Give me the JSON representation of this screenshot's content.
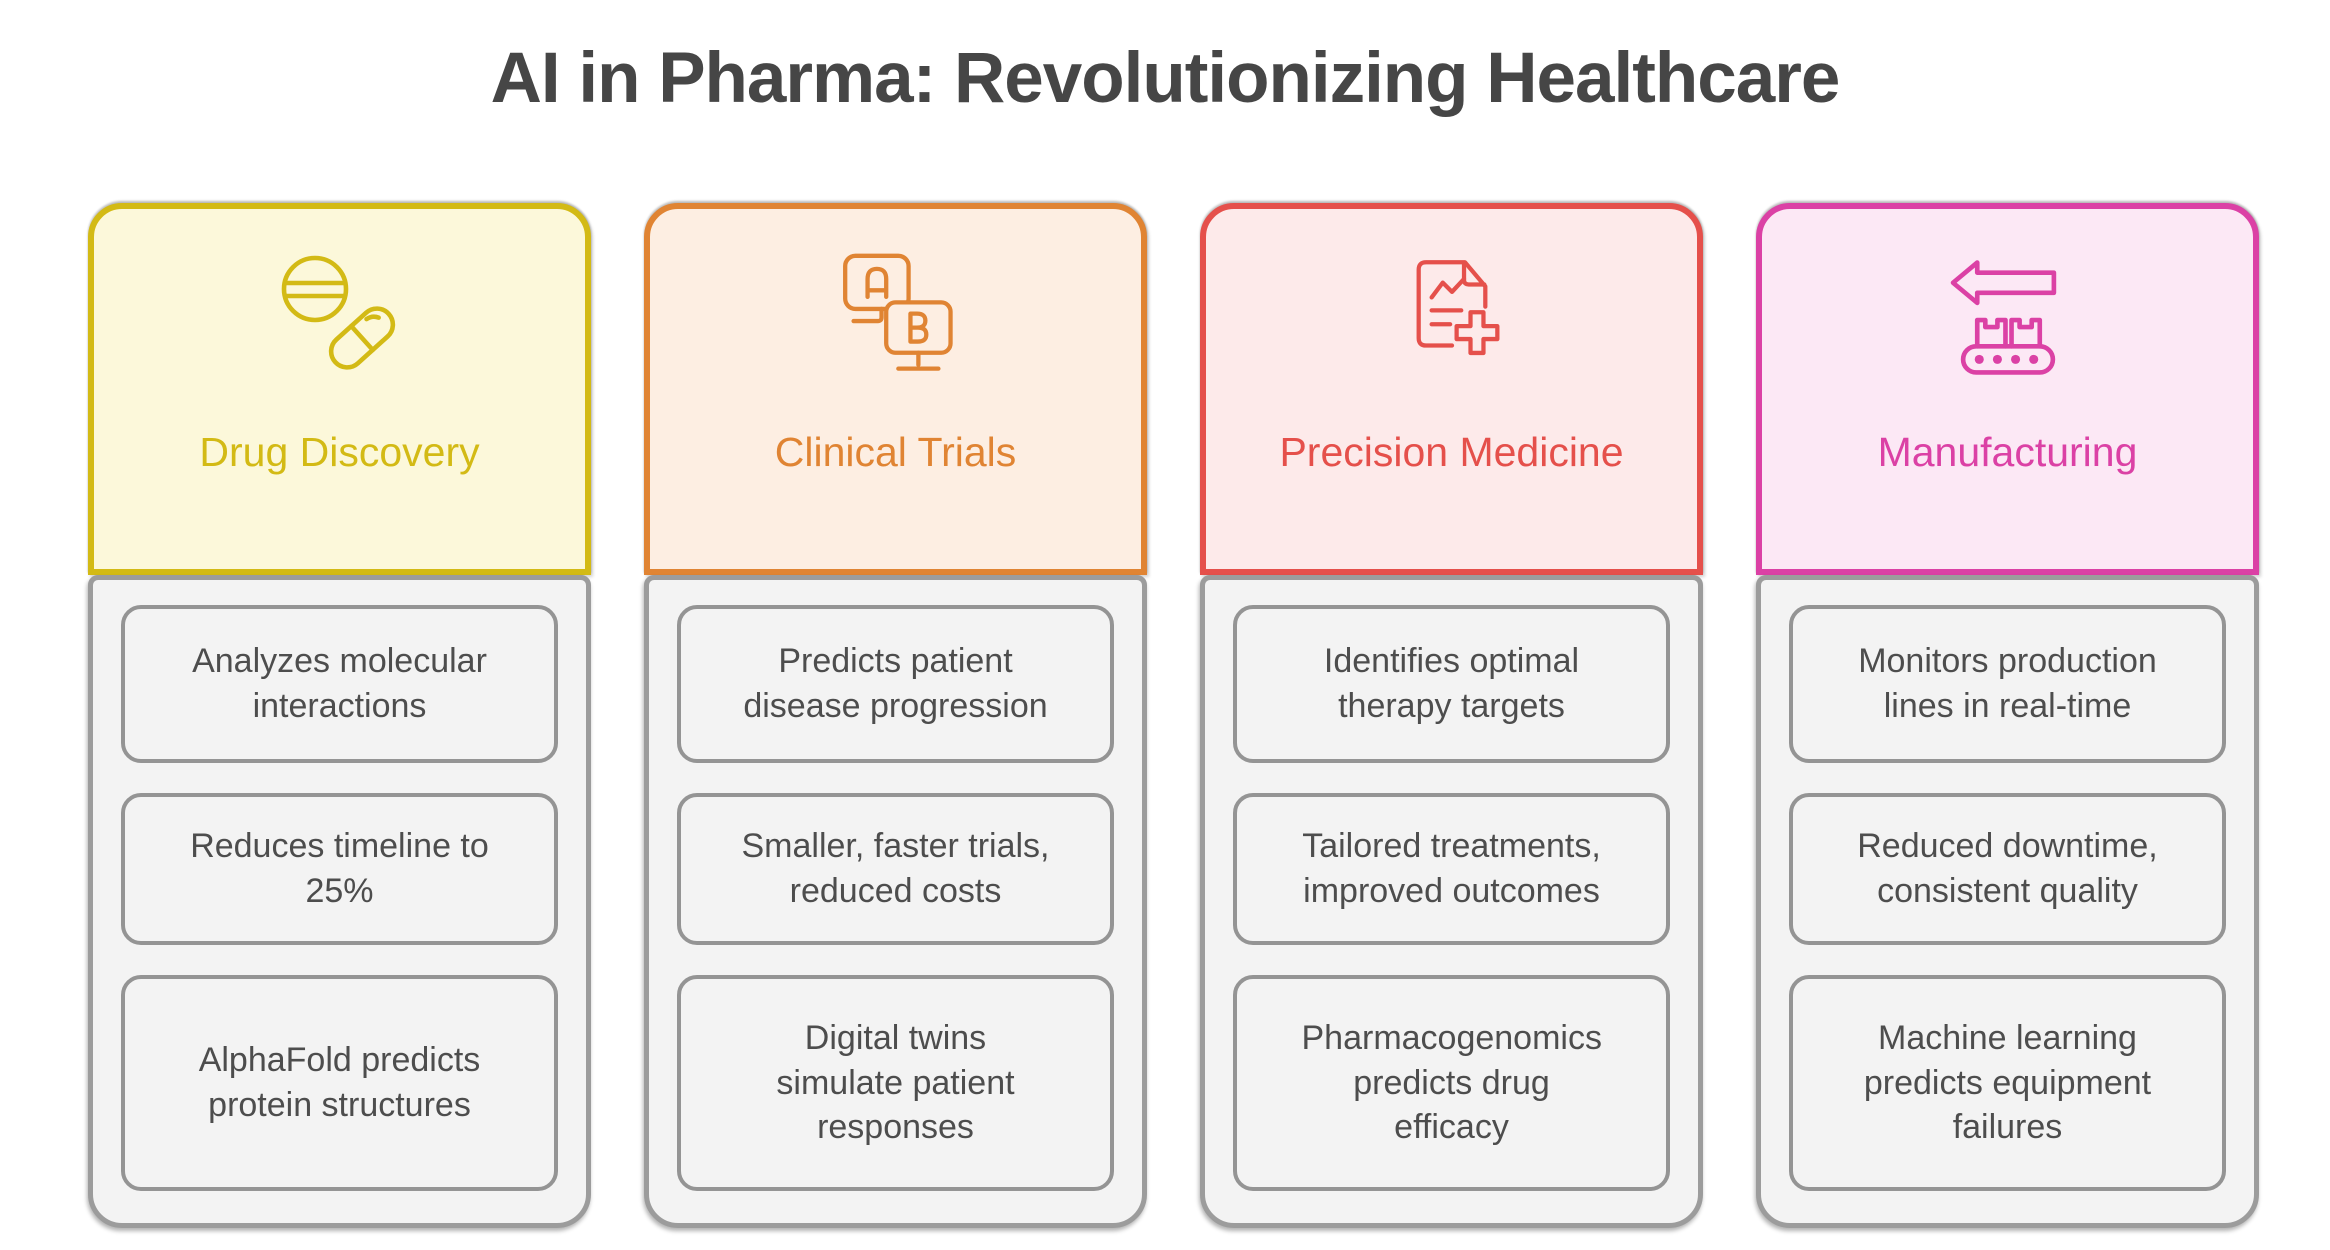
{
  "title": "AI in Pharma: Revolutionizing Healthcare",
  "theme": {
    "page_background": "#ffffff",
    "title_color": "#464646",
    "panel_background": "#f3f3f3",
    "panel_border": "#9c9c9c",
    "card_border": "#949494",
    "card_text_color": "#4d4d4d"
  },
  "columns": [
    {
      "id": "drug-discovery",
      "label": "Drug Discovery",
      "icon": "pills-icon",
      "accent_color": "#d3ba15",
      "tint_color": "#fcf8da",
      "items": [
        "Analyzes molecular interactions",
        "Reduces timeline to 25%",
        "AlphaFold predicts protein structures"
      ]
    },
    {
      "id": "clinical-trials",
      "label": "Clinical Trials",
      "icon": "ab-test-monitors-icon",
      "accent_color": "#e08433",
      "tint_color": "#fdeee2",
      "items": [
        "Predicts patient disease progression",
        "Smaller, faster trials, reduced costs",
        "Digital twins simulate patient responses"
      ]
    },
    {
      "id": "precision-medicine",
      "label": "Precision Medicine",
      "icon": "medical-report-plus-icon",
      "accent_color": "#e5504b",
      "tint_color": "#fdeaea",
      "items": [
        "Identifies optimal therapy targets",
        "Tailored treatments, improved outcomes",
        "Pharmacogenomics predicts drug efficacy"
      ]
    },
    {
      "id": "manufacturing",
      "label": "Manufacturing",
      "icon": "conveyor-belt-icon",
      "accent_color": "#db41a5",
      "tint_color": "#fce8f5",
      "items": [
        "Monitors production lines in real-time",
        "Reduced downtime, consistent quality",
        "Machine learning predicts equipment failures"
      ]
    }
  ]
}
